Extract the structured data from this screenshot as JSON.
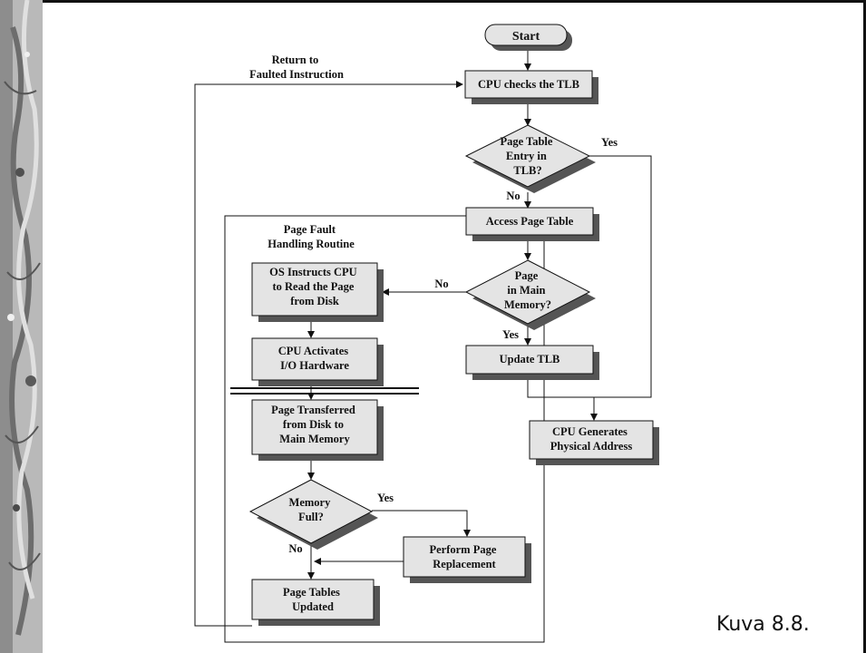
{
  "caption": "Kuva 8.8.",
  "flowchart": {
    "start": "Start",
    "return_label": [
      "Return to",
      "Faulted Instruction"
    ],
    "check_tlb": "CPU checks the TLB",
    "tlb_decision": [
      "Page Table",
      "Entry in",
      "TLB?"
    ],
    "yes_label": "Yes",
    "no_label": "No",
    "access_page_table": "Access Page Table",
    "memory_decision": [
      "Page",
      "in Main",
      "Memory?"
    ],
    "update_tlb": "Update TLB",
    "generate_address": [
      "CPU Generates",
      "Physical Address"
    ],
    "fault_routine_title": [
      "Page Fault",
      "Handling Routine"
    ],
    "os_instructs": [
      "OS Instructs CPU",
      "to Read the Page",
      "from Disk"
    ],
    "activates_io": [
      "CPU Activates",
      "I/O Hardware"
    ],
    "page_transferred": [
      "Page Transferred",
      "from Disk to",
      "Main Memory"
    ],
    "memory_full": [
      "Memory",
      "Full?"
    ],
    "perform_replacement": [
      "Perform Page",
      "Replacement"
    ],
    "tables_updated": [
      "Page Tables",
      "Updated"
    ]
  }
}
